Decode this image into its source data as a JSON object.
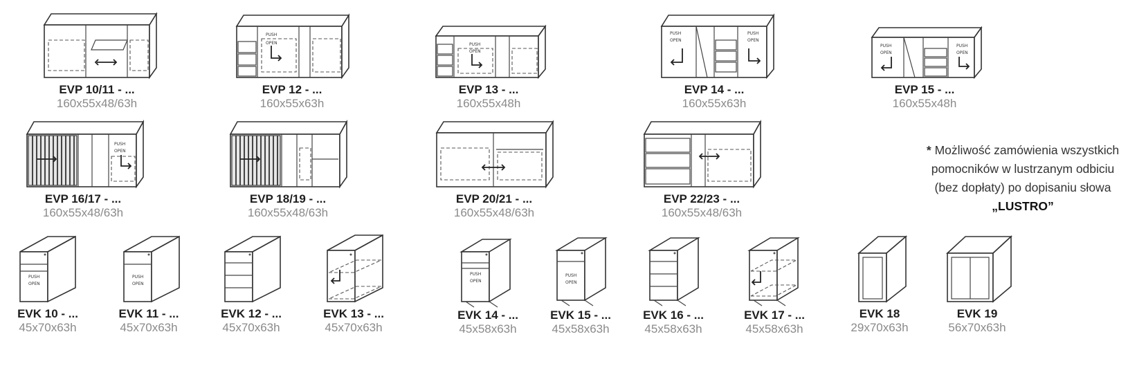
{
  "items": [
    {
      "code": "EVP 10/11 - ...",
      "dims": "160x55x48/63h"
    },
    {
      "code": "EVP 12 - ...",
      "dims": "160x55x63h"
    },
    {
      "code": "EVP 13 - ...",
      "dims": "160x55x48h"
    },
    {
      "code": "EVP 14 - ...",
      "dims": "160x55x63h"
    },
    {
      "code": "EVP 15 - ...",
      "dims": "160x55x48h"
    },
    {
      "code": "EVP 16/17 - ...",
      "dims": "160x55x48/63h"
    },
    {
      "code": "EVP 18/19 - ...",
      "dims": "160x55x48/63h"
    },
    {
      "code": "EVP 20/21 - ...",
      "dims": "160x55x48/63h"
    },
    {
      "code": "EVP 22/23 - ...",
      "dims": "160x55x48/63h"
    },
    {
      "code": "EVK 10 - ...",
      "dims": "45x70x63h"
    },
    {
      "code": "EVK 11 - ...",
      "dims": "45x70x63h"
    },
    {
      "code": "EVK 12 - ...",
      "dims": "45x70x63h"
    },
    {
      "code": "EVK 13 - ...",
      "dims": "45x70x63h"
    },
    {
      "code": "EVK 14 - ...",
      "dims": "45x58x63h"
    },
    {
      "code": "EVK 15 - ...",
      "dims": "45x58x63h"
    },
    {
      "code": "EVK 16 - ...",
      "dims": "45x58x63h"
    },
    {
      "code": "EVK 17 - ...",
      "dims": "45x58x63h"
    },
    {
      "code": "EVK 18",
      "dims": "29x70x63h"
    },
    {
      "code": "EVK 19",
      "dims": "56x70x63h"
    }
  ],
  "note": {
    "star": "*",
    "line1": "Możliwość zamówienia wszystkich",
    "line2": "pomocników w lustrzanym odbiciu",
    "line3": "(bez dopłaty) po dopisaniu słowa",
    "word": "„LUSTRO”"
  },
  "drawing_labels": {
    "push": "PUSH",
    "open": "OPEN"
  }
}
